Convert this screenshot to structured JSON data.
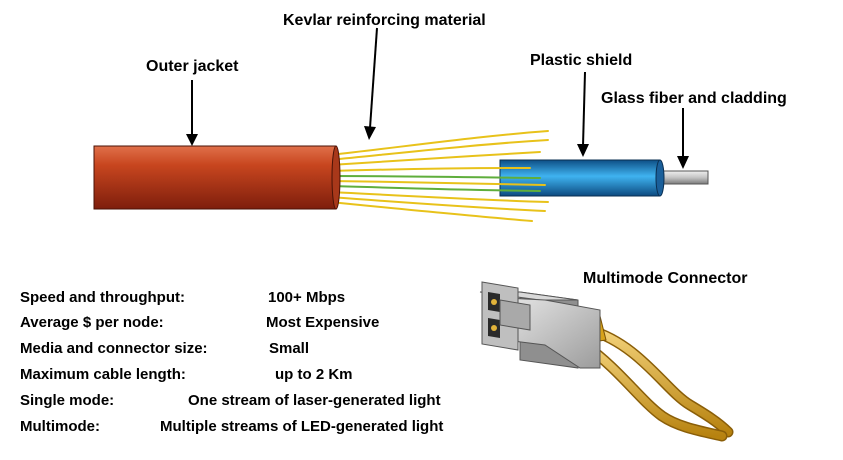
{
  "labels": {
    "outer_jacket": "Outer jacket",
    "kevlar": "Kevlar reinforcing material",
    "plastic_shield": "Plastic shield",
    "glass_fiber": "Glass fiber and cladding",
    "connector": "Multimode Connector"
  },
  "specs": [
    {
      "name": "Speed and throughput:",
      "value": "100+ Mbps"
    },
    {
      "name": "Average $ per node:",
      "value": "Most Expensive"
    },
    {
      "name": "Media and connector size:",
      "value": "Small"
    },
    {
      "name": "Maximum cable length:",
      "value": "up to 2 Km"
    },
    {
      "name": "Single mode:",
      "value": "One stream of laser-generated light"
    },
    {
      "name": "Multimode:",
      "value": "Multiple streams of LED-generated light"
    }
  ],
  "colors": {
    "outer_jacket": "#c0391b",
    "kevlar": "#e8c21a",
    "fiber_green": "#5fae3c",
    "plastic_shield": "#1e8fd8",
    "glass_core": "#c8c8c8",
    "connector_body": "#c9c9c9",
    "connector_cable": "#d9a21c"
  }
}
